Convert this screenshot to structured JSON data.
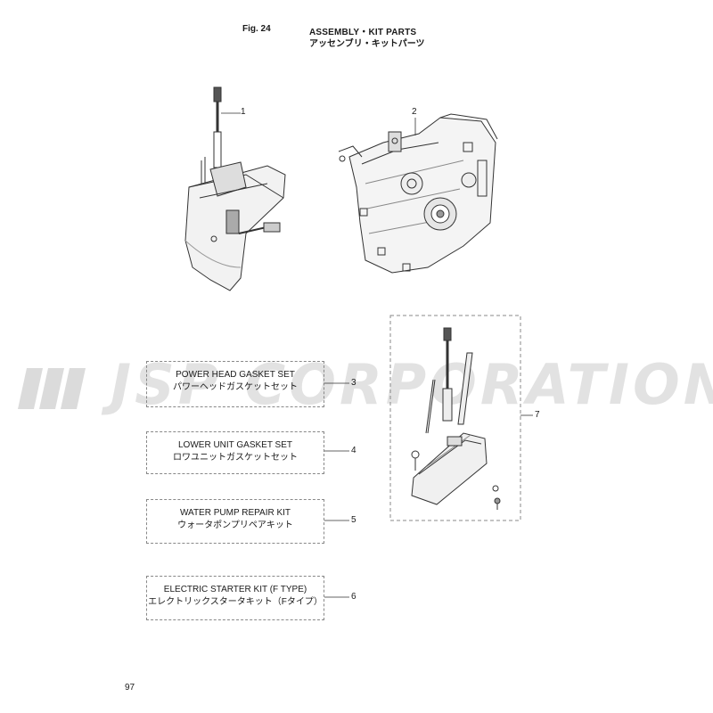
{
  "header": {
    "fig_label": "Fig. 24",
    "title_en": "ASSEMBLY・KIT PARTS",
    "title_ja": "アッセンブリ・キットパーツ"
  },
  "watermark": {
    "text": "JSP CORPORATION"
  },
  "kits": [
    {
      "number": "3",
      "name_en": "POWER HEAD GASKET SET",
      "name_ja": "パワーヘッドガスケットセット"
    },
    {
      "number": "4",
      "name_en": "LOWER UNIT GASKET SET",
      "name_ja": "ロワユニットガスケットセット"
    },
    {
      "number": "5",
      "name_en": "WATER PUMP REPAIR KIT",
      "name_ja": "ウォータポンプリペアキット"
    },
    {
      "number": "6",
      "name_en": "ELECTRIC STARTER KIT (F TYPE)",
      "name_ja": "エレクトリックスタータキット（Fタイプ）"
    }
  ],
  "callouts": {
    "part1": "1",
    "part2": "2",
    "part7": "7"
  },
  "footer": {
    "page_number": "97"
  }
}
